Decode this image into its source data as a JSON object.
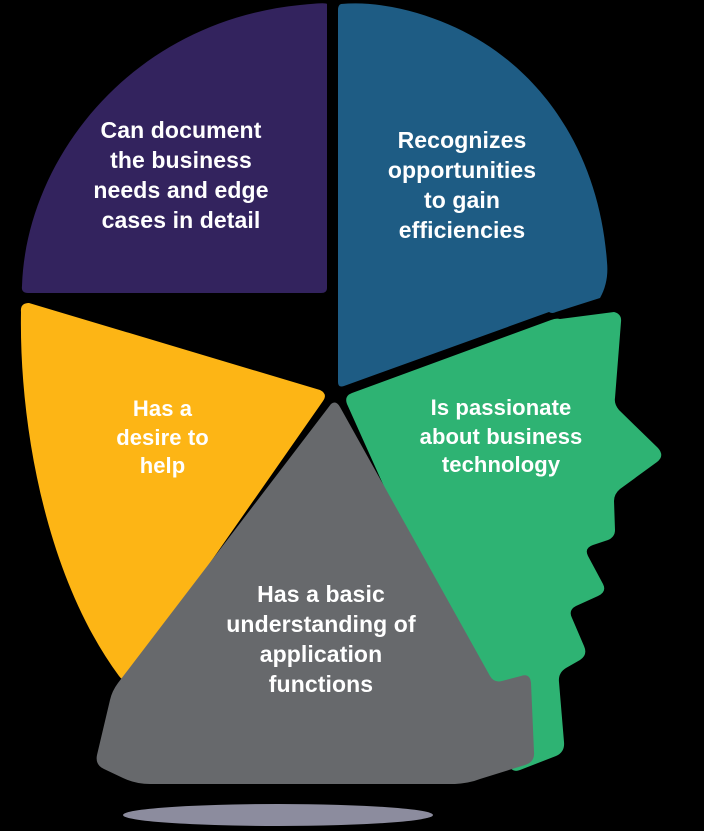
{
  "graphic": {
    "type": "segmented-head-profile-infographic",
    "subject": "business analyst qualities",
    "background_color": "#000000",
    "text_color": "#ffffff",
    "divider_color": "#000000",
    "shadow_color": "#8c8c9e",
    "segment_count": 5
  },
  "segments": [
    {
      "id": "purple",
      "position": "upper-left",
      "color": "#33235e",
      "label": "Can document\nthe business\nneeds and edge\ncases in detail"
    },
    {
      "id": "blue",
      "position": "upper-right",
      "color": "#1e5c84",
      "label": "Recognizes\nopportunities\nto gain\nefficiencies"
    },
    {
      "id": "green",
      "position": "right-face",
      "color": "#2eb373",
      "label": "Is passionate\nabout business\ntechnology"
    },
    {
      "id": "yellow",
      "position": "left",
      "color": "#fdb515",
      "label": "Has a\ndesire to\nhelp"
    },
    {
      "id": "gray",
      "position": "bottom-center",
      "color": "#67696c",
      "label": "Has a basic\nunderstanding of\napplication\nfunctions"
    }
  ]
}
